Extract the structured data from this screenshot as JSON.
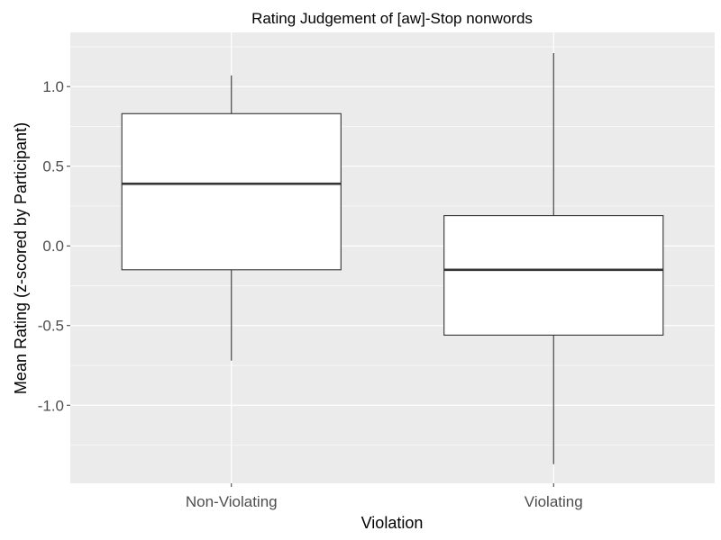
{
  "chart_data": {
    "type": "box",
    "title": "Rating Judgement of [aw]-Stop nonwords",
    "xlabel": "Violation",
    "ylabel": "Mean Rating (z-scored by Participant)",
    "categories": [
      "Non-Violating",
      "Violating"
    ],
    "boxes": [
      {
        "category": "Non-Violating",
        "whisker_low": -0.72,
        "q1": -0.15,
        "median": 0.39,
        "q3": 0.83,
        "whisker_high": 1.07
      },
      {
        "category": "Violating",
        "whisker_low": -1.37,
        "q1": -0.56,
        "median": -0.15,
        "q3": 0.19,
        "whisker_high": 1.21
      }
    ],
    "ylim": [
      -1.49,
      1.34
    ],
    "yticks": [
      -1.0,
      -0.5,
      0.0,
      0.5,
      1.0
    ],
    "ytick_labels": [
      "-1.0",
      "-0.5",
      "0.0",
      "0.5",
      "1.0"
    ],
    "grid": true,
    "colors": {
      "panel": "#ebebeb",
      "grid": "#ffffff",
      "box_fill": "#ffffff",
      "box_line": "#333333"
    }
  }
}
